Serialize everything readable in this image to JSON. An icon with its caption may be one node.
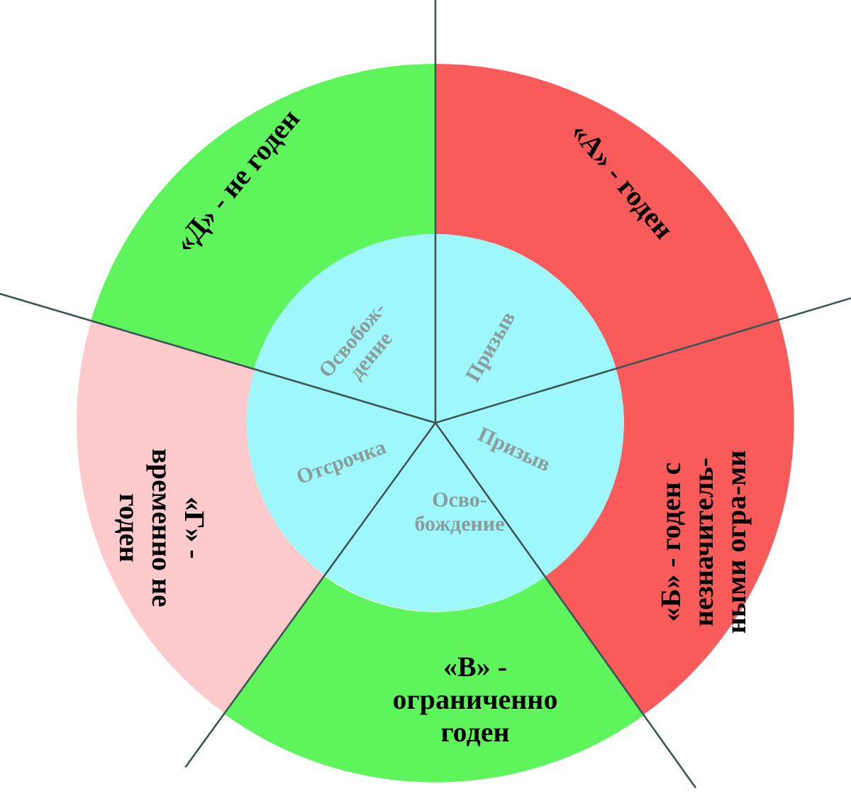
{
  "diagram": {
    "nodes": [
      {
        "text": [
          "«Д» - не годен"
        ]
      },
      {
        "text": [
          "«А» - годен"
        ]
      },
      {
        "text": [
          "Освобож-дение"
        ]
      },
      {
        "text": [
          "Призыв"
        ]
      },
      {
        "text": [
          "«Г» - временно не годен"
        ]
      },
      {
        "text": [
          "Отсрочка"
        ]
      },
      {
        "text": [
          "Призыв"
        ]
      },
      {
        "text": [
          "«Б» - годен с незначитель-ными огра-ми"
        ]
      },
      {
        "text": [
          "Осво-бождение"
        ]
      },
      {
        "text": [
          "«В» - ограниченно годен"
        ]
      }
    ]
  }
}
